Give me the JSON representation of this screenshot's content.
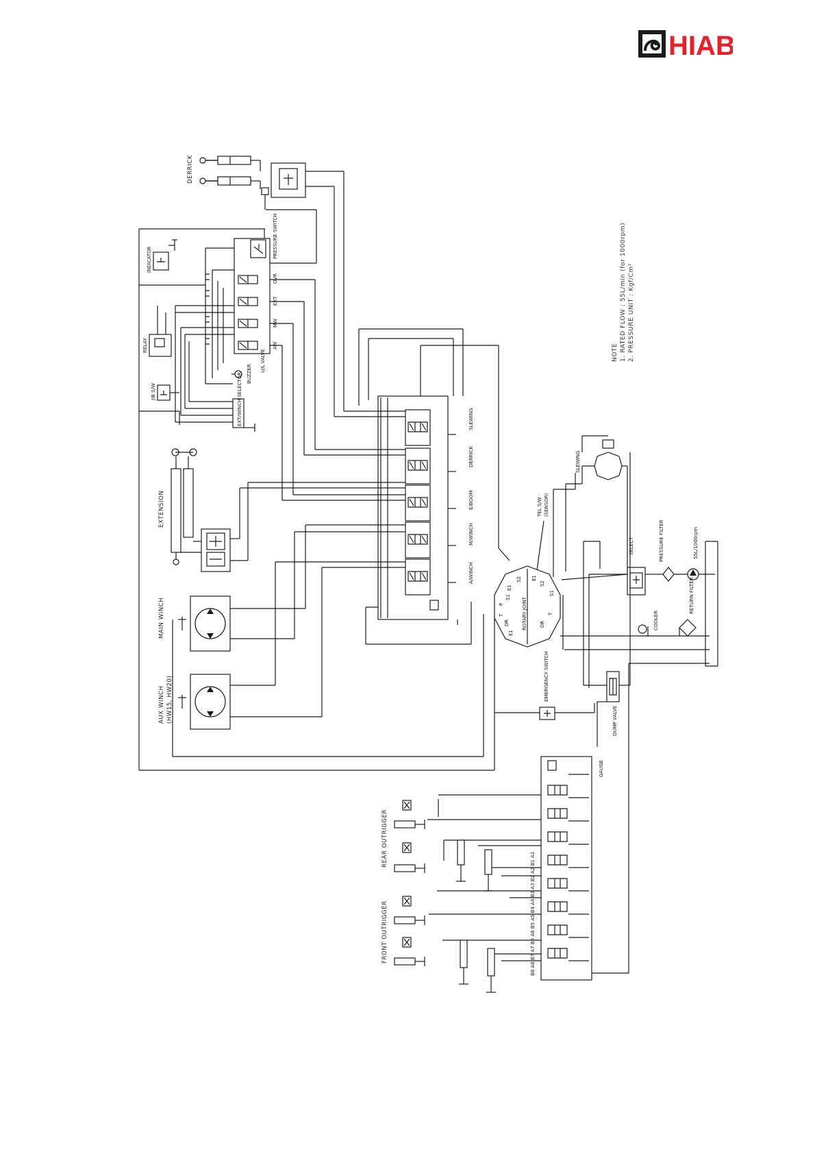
{
  "brand": {
    "name": "HIAB",
    "color": "#e8202a"
  },
  "labels": {
    "derrick_top": "DERRICK",
    "indicator": "INDICATOR",
    "pressure_switch": "PRESSURE SWITCH",
    "relay": "RELAY",
    "jib_sw": "JIB S/W",
    "buzzer": "BUZZER",
    "ul_valve": "U/L VALVE",
    "ext_winch_sel": "EXT/WINCH SELECTOR",
    "sv_ovr": "OVR",
    "sv_ext": "EXT",
    "sv_mw": "MW",
    "sv_aw": "AW",
    "extension": "EXTENSION",
    "main_winch": "MAIN WINCH",
    "aux_winch_1": "AUX WINCH",
    "aux_winch_2": "(HW15, HW20)",
    "bank_slewing": "SLEWING",
    "bank_derrick": "DERRICK",
    "bank_eboom": "E/BOOM",
    "bank_mwinch": "M/WINCH",
    "bank_awinch": "A/WINCH",
    "tel_sw": "TEL S/W",
    "tel_sw_2": "(SENSOR)",
    "slewing_motor": "SLEWING",
    "rotary_joint": "ROTARY JOINT",
    "select": "SELECT",
    "pressure_filter": "PRESSURE FILTER",
    "pump_flow": "55L/1000rpm",
    "cooler": "COOLER",
    "return_filter": "RETURN FILTER",
    "emergency_switch": "EMERGENCY SWITCH",
    "dump_valve": "DUMP VALVE",
    "gauge": "GAUGE",
    "rear_outrigger": "REAR OUTRIGGER",
    "front_outrigger": "FRONT OUTRIGGER",
    "port_labels": "B8 A8 B7 A7 B6 A6 B5 A5 B4 A4 B3 A3 B2 A2 B1 A1",
    "note_title": "NOTE",
    "note_1": "1. RATED FLOW : 55L/min (for 1000rpm)",
    "note_2": "2. PRESSURE UNIT : Kgf/Cm²",
    "rj_ports": [
      "E1",
      "S2",
      "S1",
      "P",
      "T",
      "DR",
      "E1",
      "DR",
      "T",
      "S1",
      "S2",
      "E1"
    ]
  }
}
